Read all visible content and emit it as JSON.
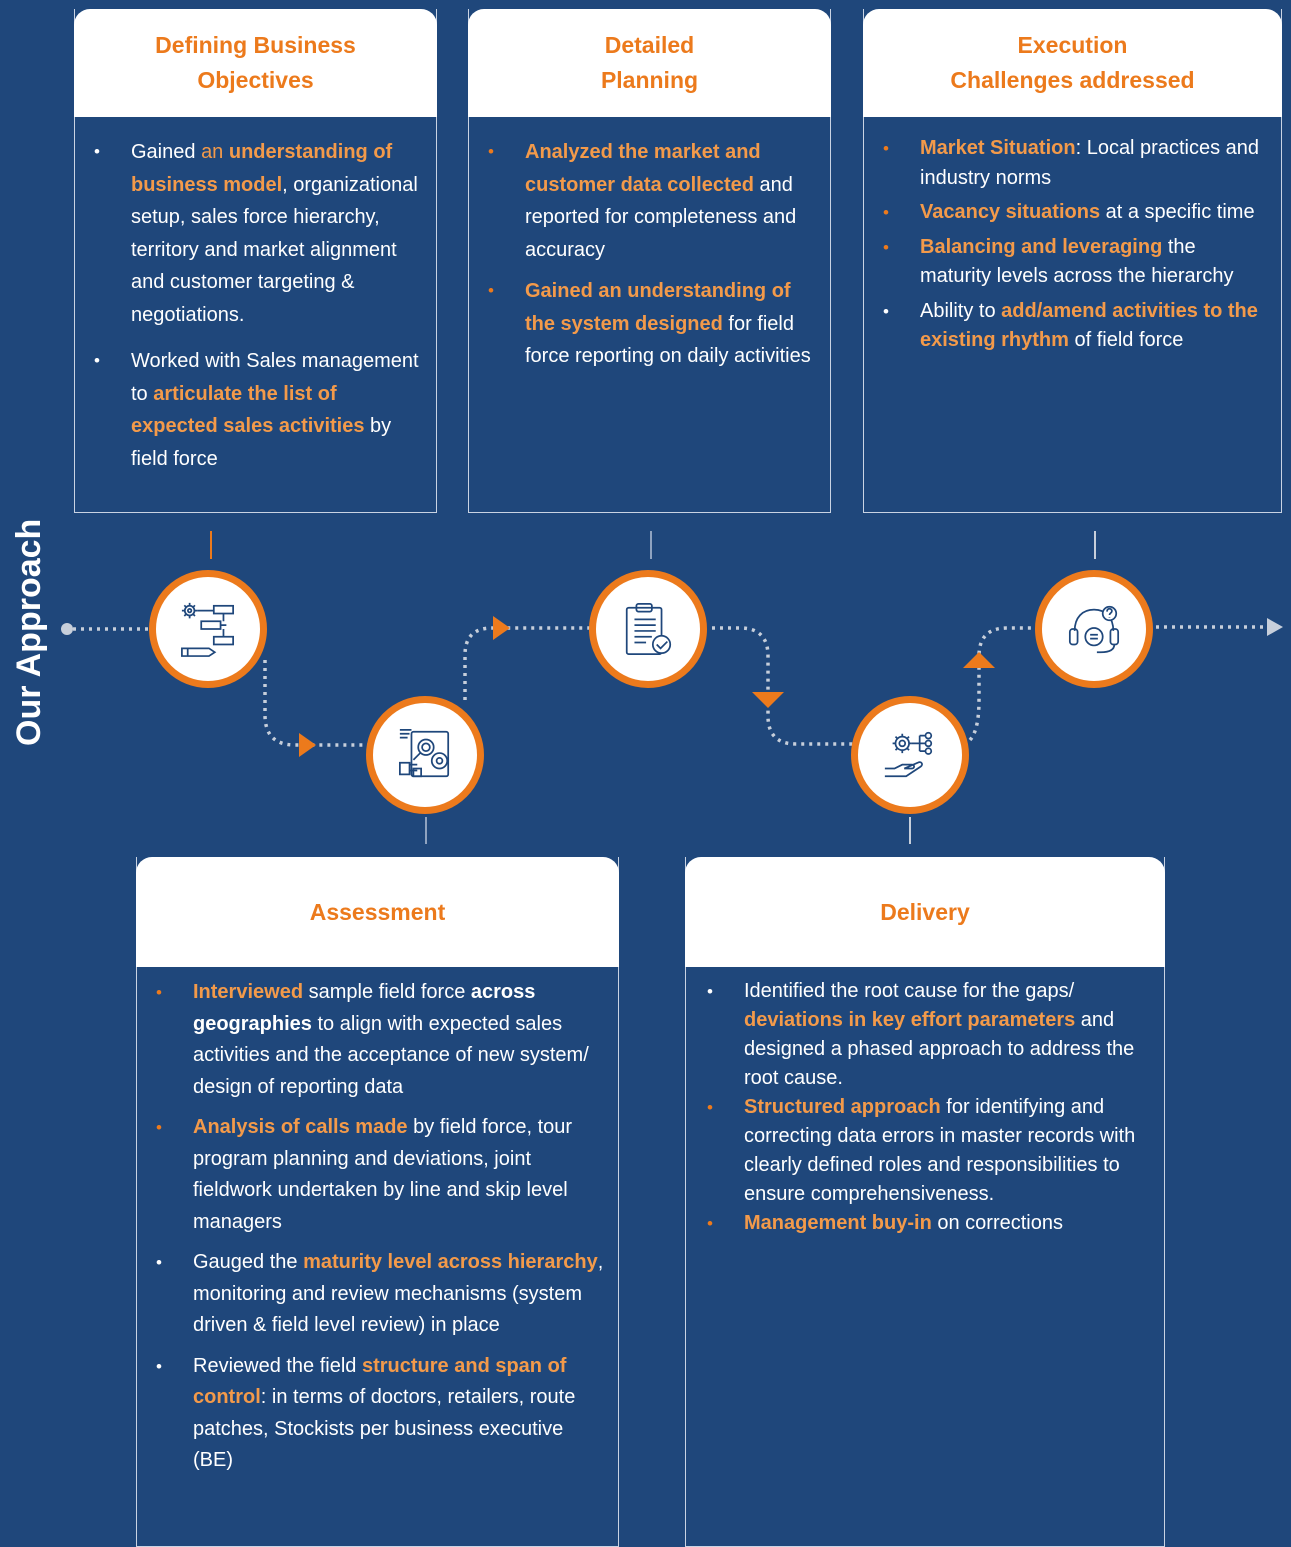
{
  "side_title": "Our Approach",
  "colors": {
    "background": "#1f477b",
    "accent": "#ec7a1c",
    "highlight": "#f39a4a",
    "card_header": "#ffffff"
  },
  "steps": [
    {
      "icon": "workflow-pencil-icon",
      "title_line1": "Defining Business",
      "title_line2": "Objectives"
    },
    {
      "icon": "analysis-gear-magnifier-icon",
      "title_line1": "Assessment",
      "title_line2": ""
    },
    {
      "icon": "clipboard-check-icon",
      "title_line1": "Detailed",
      "title_line2": "Planning"
    },
    {
      "icon": "gear-hand-icon",
      "title_line1": "Delivery",
      "title_line2": ""
    },
    {
      "icon": "headset-question-icon",
      "title_line1": "Execution",
      "title_line2": "Challenges addressed"
    }
  ],
  "defining": {
    "b1": {
      "t1": "Gained ",
      "t2": "an ",
      "h1": "understanding of business model",
      "t3": ", organizational setup, sales force hierarchy, territory and market alignment and customer targeting & negotiations."
    },
    "b2": {
      "t1": "Worked with Sales management to ",
      "h1": "articulate the list of expected sales activities",
      "t2": " by field force"
    }
  },
  "planning": {
    "b1": {
      "h1": "Analyzed the market and customer data collected",
      "t1": " and reported for completeness and accuracy"
    },
    "b2": {
      "h1": "Gained an understanding of the system designed",
      "t1": " for field force reporting on daily activities"
    }
  },
  "execution": {
    "b1": {
      "h1": "Market Situation",
      "t1": ": Local practices and industry norms"
    },
    "b2": {
      "h1": "Vacancy situations",
      "t1": " at a specific time"
    },
    "b3": {
      "h1": "Balancing and leveraging",
      "t1": " the maturity levels across the hierarchy"
    },
    "b4": {
      "t1": "Ability to ",
      "h1": "add/amend activities to the existing rhythm",
      "t2": " of field force"
    }
  },
  "assessment": {
    "b1": {
      "h1": "Interviewed",
      "t1": " sample field force ",
      "w1": "across geographies",
      "t2": " to align with expected sales activities and the acceptance of new system/ design of reporting data"
    },
    "b2": {
      "h1": "Analysis of calls made",
      "t1": " by field force, tour program planning and deviations, joint fieldwork undertaken by line and skip level managers"
    },
    "b3": {
      "t1": "Gauged the ",
      "h1": "maturity level across hierarchy",
      "t2": ", monitoring and review mechanisms (system driven & field level review) in place"
    },
    "b4": {
      "t1": "Reviewed the field ",
      "h1": "structure and span of control",
      "t2": ": in terms of doctors, retailers, route patches, Stockists per business executive (BE)"
    }
  },
  "delivery": {
    "b1": {
      "t1": "Identified the root cause for the gaps/ ",
      "h1": "deviations in key effort parameters",
      "t2": " and designed a phased approach to address the root cause."
    },
    "b2": {
      "h1": "Structured approach",
      "t1": " for identifying and correcting data errors in master records with clearly defined roles and responsibilities to ensure comprehensiveness."
    },
    "b3": {
      "h1": "Management buy-in",
      "t1": " on corrections"
    }
  }
}
